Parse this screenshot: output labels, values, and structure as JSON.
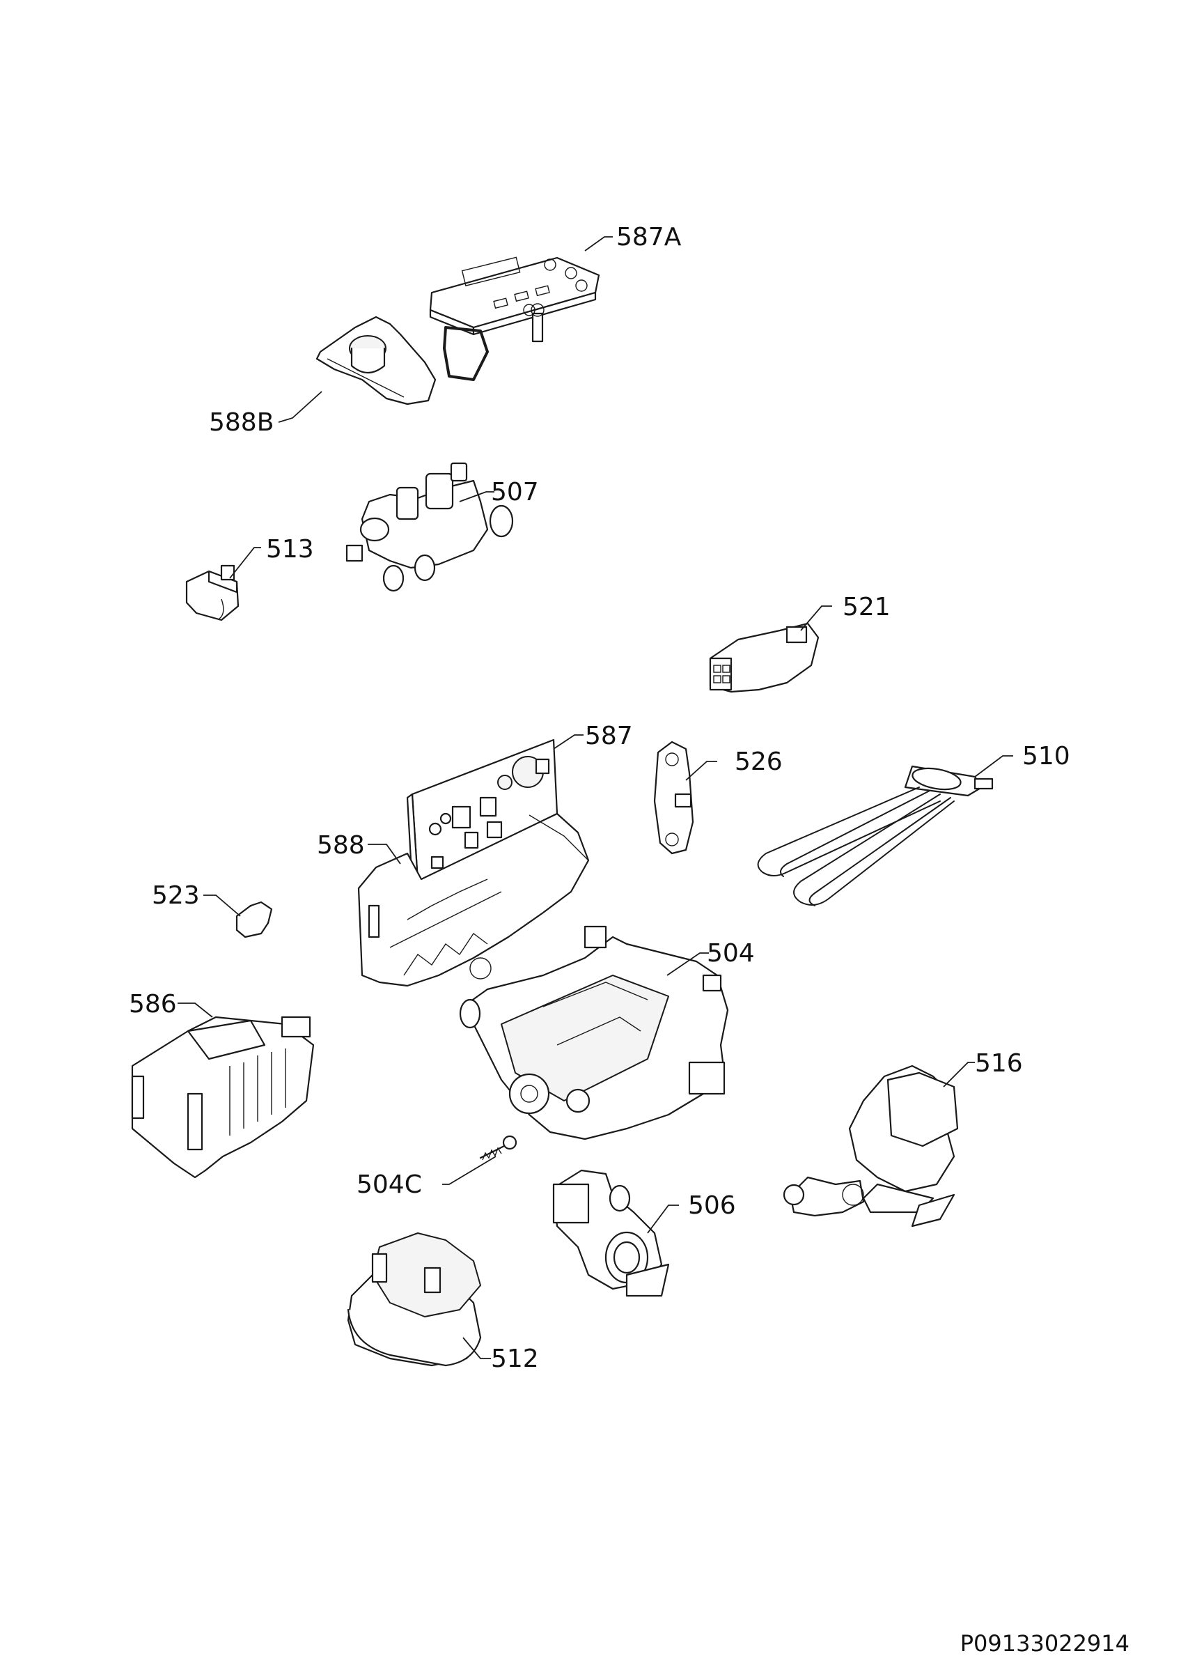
{
  "callouts": {
    "c587A": "587A",
    "c588B": "588B",
    "c507": "507",
    "c513": "513",
    "c521": "521",
    "c587": "587",
    "c526": "526",
    "c510": "510",
    "c588": "588",
    "c523": "523",
    "c504": "504",
    "c586": "586",
    "c516": "516",
    "c504C": "504C",
    "c506": "506",
    "c512": "512"
  },
  "document_number": "P09133022914"
}
